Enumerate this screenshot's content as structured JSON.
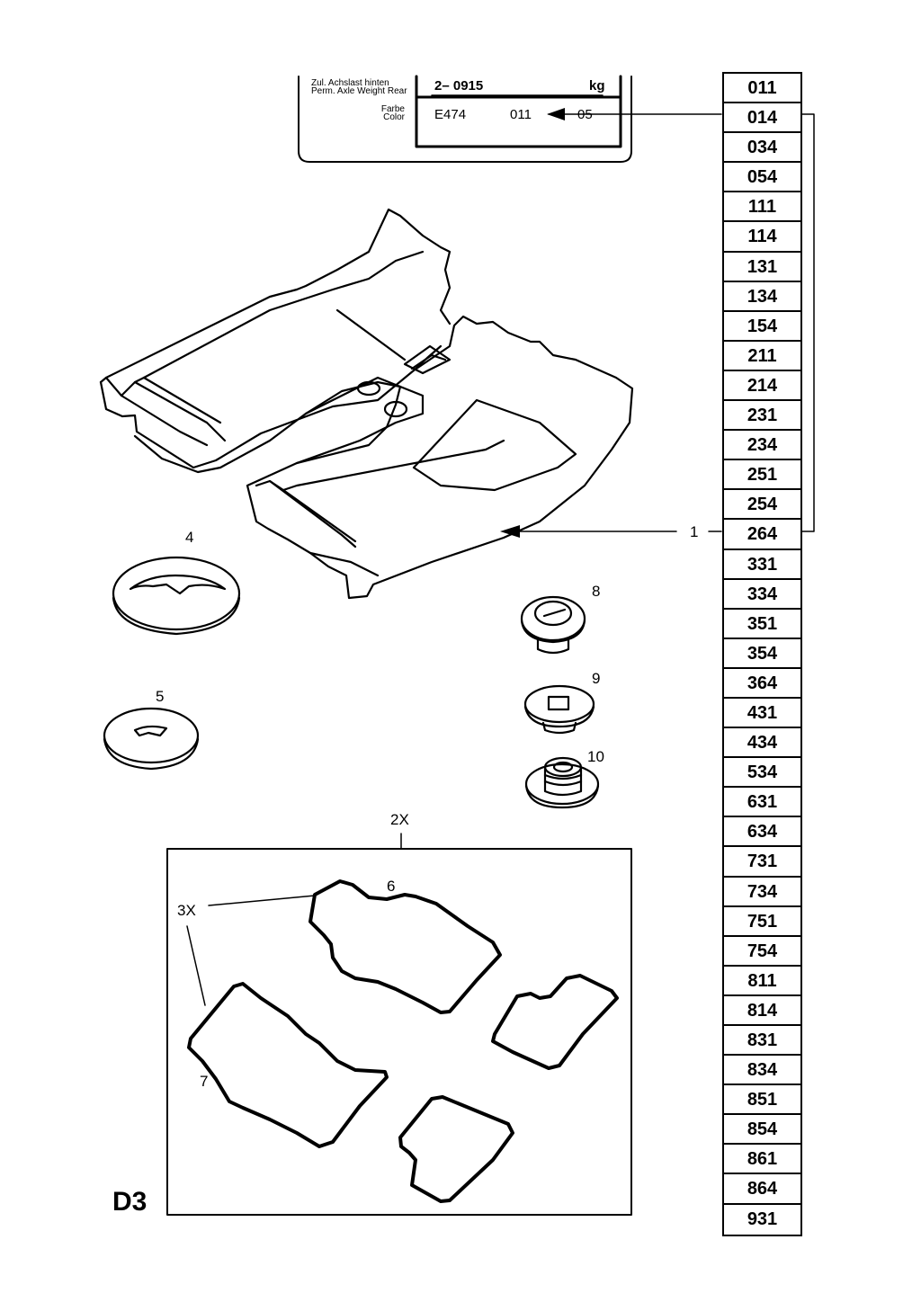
{
  "plate": {
    "axle_label_de": "Zul. Achslast hinten",
    "axle_label_en": "Perm. Axle Weight Rear",
    "axle_value": "2– 0915",
    "axle_unit": "kg",
    "color_label_de": "Farbe",
    "color_label_en": "Color",
    "color_code": "E474",
    "color_number": "011",
    "color_extra": "05"
  },
  "callouts": {
    "carpet": "1",
    "plug_large": "4",
    "plug_small": "5",
    "mat_front_right": "6",
    "mat_front_left": "7",
    "grommet_slot": "8",
    "grommet_clip": "9",
    "grommet_threaded": "10",
    "set_quantity": "2X",
    "fastener_quantity": "3X"
  },
  "page_code": "D3",
  "color_codes": [
    "011",
    "014",
    "034",
    "054",
    "111",
    "114",
    "131",
    "134",
    "154",
    "211",
    "214",
    "231",
    "234",
    "251",
    "254",
    "264",
    "331",
    "334",
    "351",
    "354",
    "364",
    "431",
    "434",
    "534",
    "631",
    "634",
    "731",
    "734",
    "751",
    "754",
    "811",
    "814",
    "831",
    "834",
    "851",
    "854",
    "861",
    "864",
    "931"
  ]
}
